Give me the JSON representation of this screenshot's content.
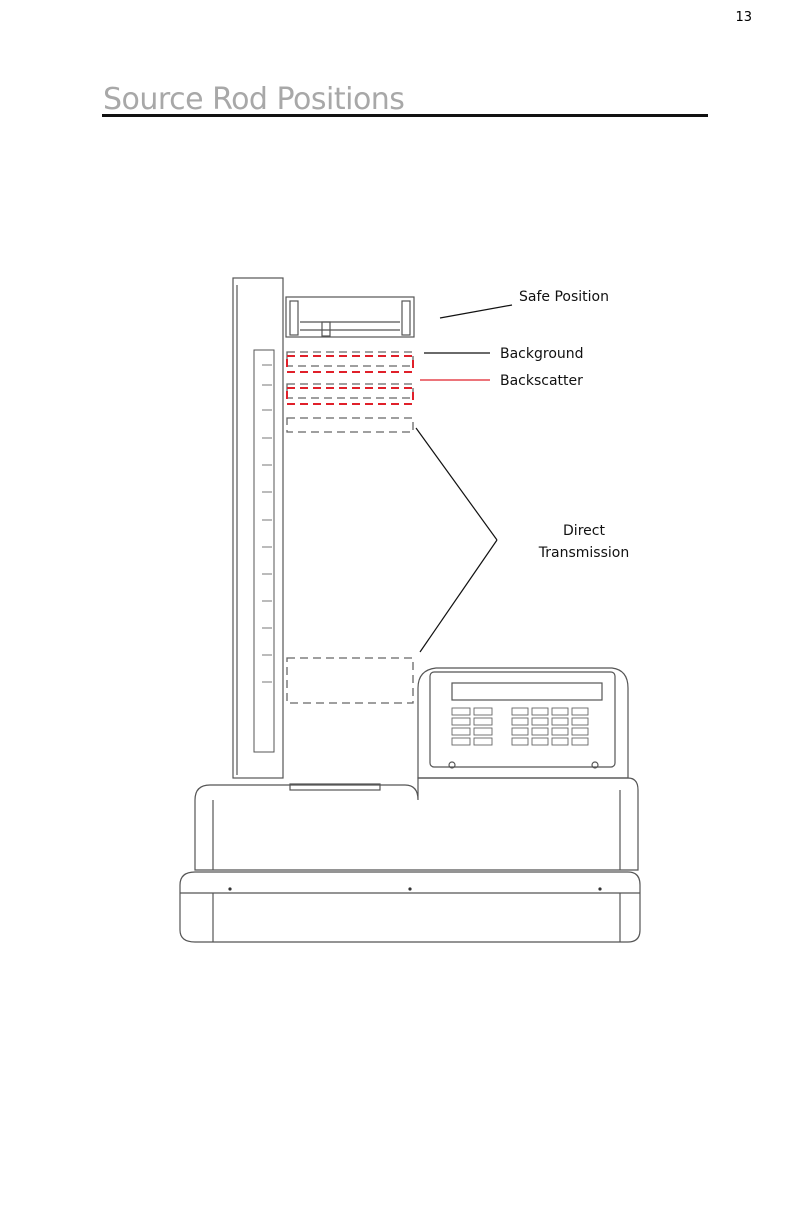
{
  "page": {
    "number": "13"
  },
  "heading": {
    "title": "Source Rod Positions"
  },
  "figure": {
    "labels": {
      "safe_position": "Safe Position",
      "background": "Background",
      "backscatter": "Backscatter",
      "direct_line1": "Direct",
      "direct_line2": "Transmission"
    },
    "colors": {
      "highlight": "#e0202a",
      "outline": "#555555"
    }
  }
}
